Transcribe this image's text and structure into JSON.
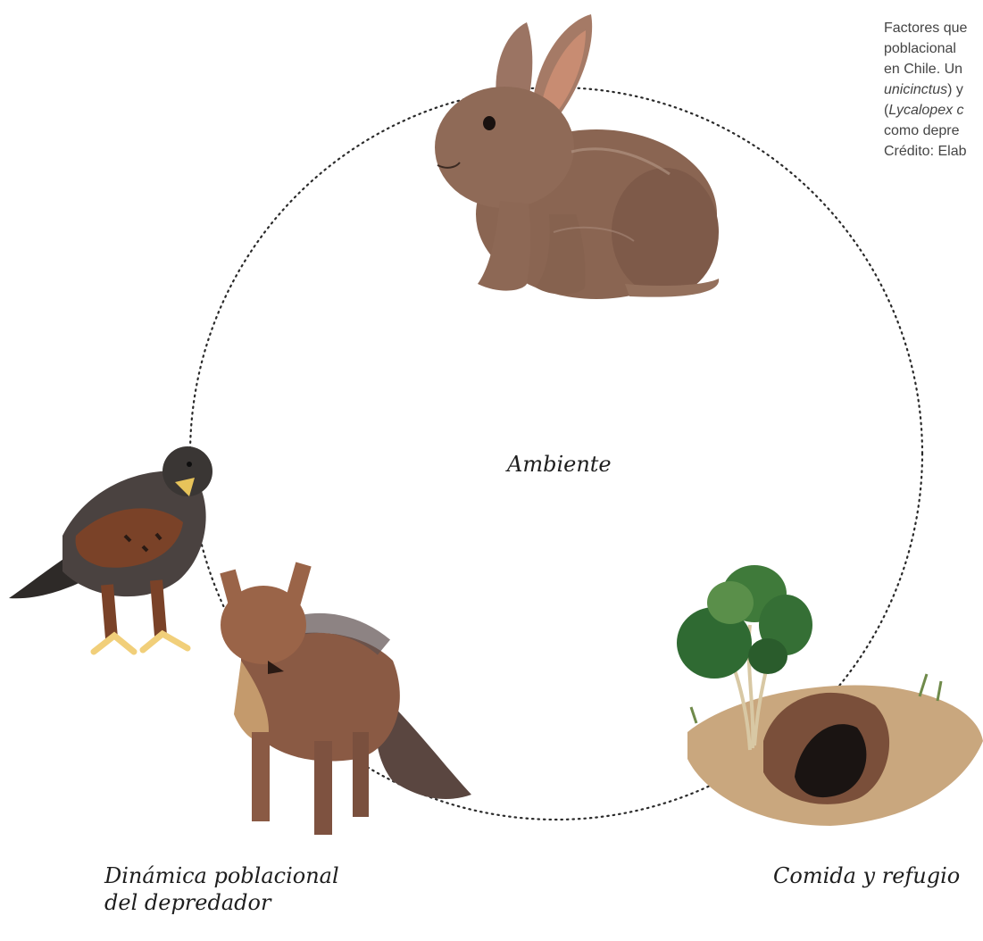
{
  "diagram": {
    "center_label": "Ambiente",
    "predator_label_line1": "Dinámica poblacional",
    "predator_label_line2": "del depredador",
    "food_label": "Comida y refugio"
  },
  "caption": {
    "line1": "Factores que",
    "line2": "poblacional",
    "line3": "en Chile. Un",
    "line4_italic": "unicinctus",
    "line4_rest": ") y",
    "line5_open": "(",
    "line5_italic": "Lycalopex c",
    "line6": "como depre",
    "line7": "Crédito: Elab"
  },
  "colors": {
    "circle": "#2a2a2a",
    "rabbit": "#8a6552",
    "fox": "#9a6448",
    "hawk": "#5a4a42",
    "bush": "#3f7a3a",
    "ground": "#c9a77e"
  },
  "illustrations": [
    "rabbit",
    "harris-hawk",
    "culpeo-fox",
    "shrub",
    "burrow"
  ]
}
